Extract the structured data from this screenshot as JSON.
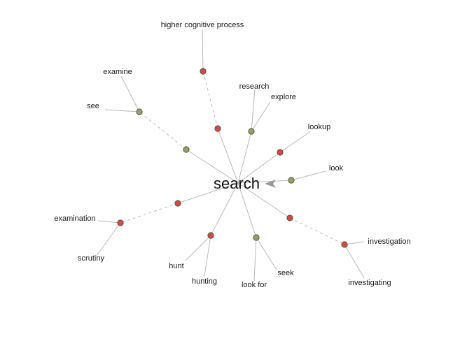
{
  "center": {
    "label": "search"
  },
  "colors": {
    "noun_node": "#d24b3c",
    "verb_node": "#8fa45a",
    "edge": "#b9b9b9"
  },
  "branches": [
    {
      "id": "higher-cognitive-process",
      "kind": "noun",
      "labels": [
        "higher cognitive process"
      ]
    },
    {
      "id": "research-explore",
      "kind": "verb",
      "labels": [
        "research",
        "explore"
      ]
    },
    {
      "id": "lookup",
      "kind": "noun",
      "labels": [
        "lookup"
      ]
    },
    {
      "id": "look",
      "kind": "verb",
      "labels": [
        "look"
      ]
    },
    {
      "id": "investigation",
      "kind": "noun",
      "labels": [
        "investigation",
        "investigating"
      ]
    },
    {
      "id": "seek-look-for",
      "kind": "verb",
      "labels": [
        "seek",
        "look for"
      ]
    },
    {
      "id": "hunt",
      "kind": "noun",
      "labels": [
        "hunt",
        "hunting"
      ]
    },
    {
      "id": "examination",
      "kind": "noun",
      "labels": [
        "examination",
        "scrutiny"
      ]
    },
    {
      "id": "see-examine",
      "kind": "verb",
      "labels": [
        "see",
        "examine"
      ]
    }
  ]
}
